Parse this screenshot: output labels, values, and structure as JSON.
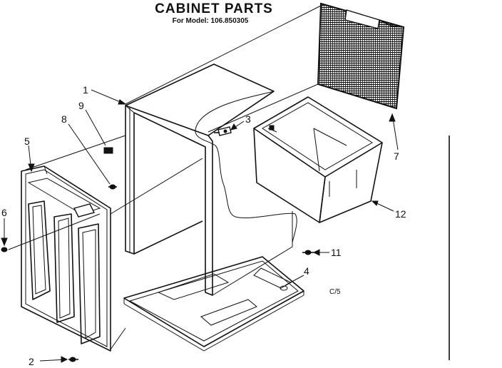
{
  "title": "CABINET PARTS",
  "subtitle": "For Model: 106.850305",
  "note": "C/5",
  "callouts": [
    {
      "id": "1",
      "label": "1"
    },
    {
      "id": "2",
      "label": "2"
    },
    {
      "id": "3",
      "label": "3"
    },
    {
      "id": "4",
      "label": "4"
    },
    {
      "id": "5",
      "label": "5"
    },
    {
      "id": "6",
      "label": "6"
    },
    {
      "id": "7",
      "label": "7"
    },
    {
      "id": "8",
      "label": "8"
    },
    {
      "id": "9",
      "label": "9"
    },
    {
      "id": "11",
      "label": "11"
    },
    {
      "id": "12",
      "label": "12"
    }
  ]
}
